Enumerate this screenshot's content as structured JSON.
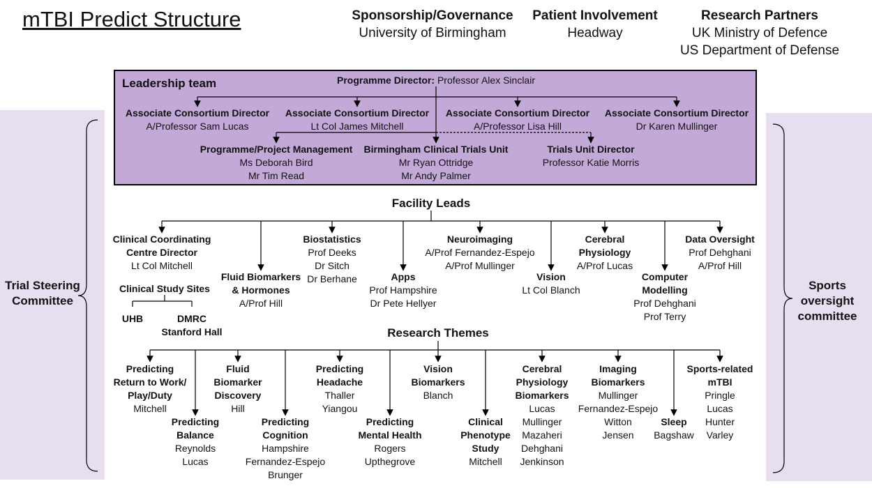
{
  "title": "mTBI Predict Structure",
  "header": [
    {
      "label": "Sponsorship/Governance",
      "lines": [
        "University of Birmingham"
      ]
    },
    {
      "label": "Patient Involvement",
      "lines": [
        "Headway"
      ]
    },
    {
      "label": "Research Partners",
      "lines": [
        "UK Ministry of Defence",
        "US Department of Defense"
      ]
    }
  ],
  "colors": {
    "leadership_fill": "#c3a9d7",
    "side_panel_fill": "#e7def0",
    "line": "#000000"
  },
  "side": {
    "left": [
      "Trial Steering",
      "Committee"
    ],
    "right": [
      "Sports",
      "oversight",
      "committee"
    ]
  },
  "leadership": {
    "label": "Leadership team",
    "director_label": "Programme Director:",
    "director_name": "Professor Alex Sinclair",
    "associates": [
      {
        "role": "Associate Consortium Director",
        "name": "A/Professor Sam Lucas"
      },
      {
        "role": "Associate Consortium Director",
        "name": "Lt Col James Mitchell"
      },
      {
        "role": "Associate Consortium Director",
        "name": "A/Professor Lisa Hill"
      },
      {
        "role": "Associate Consortium Director",
        "name": "Dr Karen Mullinger"
      }
    ],
    "management": {
      "role": "Programme/Project Management",
      "names": [
        "Ms Deborah Bird",
        "Mr Tim Read"
      ]
    },
    "bctu": {
      "role": "Birmingham Clinical Trials Unit",
      "names": [
        "Mr Ryan Ottridge",
        "Mr Andy Palmer"
      ]
    },
    "trials_director": {
      "role": "Trials Unit Director",
      "names": [
        "Professor Katie Morris"
      ]
    }
  },
  "facility": {
    "label": "Facility Leads",
    "clinical": {
      "title": [
        "Clinical Coordinating",
        "Centre Director"
      ],
      "name": "Lt Col Mitchell"
    },
    "sites": {
      "label": "Clinical Study Sites",
      "uhb": "UHB",
      "dmrc": [
        "DMRC",
        "Stanford Hall"
      ]
    },
    "fluid": {
      "title": [
        "Fluid Biomarkers",
        "& Hormones"
      ],
      "names": [
        "A/Prof Hill"
      ]
    },
    "biostat": {
      "title": [
        "Biostatistics"
      ],
      "names": [
        "Prof Deeks",
        "Dr Sitch",
        "Dr Berhane"
      ]
    },
    "apps": {
      "title": [
        "Apps"
      ],
      "names": [
        "Prof Hampshire",
        "Dr Pete Hellyer"
      ]
    },
    "neuro": {
      "title": [
        "Neuroimaging"
      ],
      "names": [
        "A/Prof Fernandez-Espejo",
        "A/Prof Mullinger"
      ]
    },
    "vision": {
      "title": [
        "Vision"
      ],
      "names": [
        "Lt Col Blanch"
      ]
    },
    "cerebral": {
      "title": [
        "Cerebral",
        "Physiology"
      ],
      "names": [
        "A/Prof Lucas"
      ]
    },
    "computer": {
      "title": [
        "Computer",
        "Modelling"
      ],
      "names": [
        "Prof Dehghani",
        "Prof Terry"
      ]
    },
    "data": {
      "title": [
        "Data Oversight"
      ],
      "names": [
        "Prof Dehghani",
        "A/Prof Hill"
      ]
    }
  },
  "themes": {
    "label": "Research Themes",
    "rtw": {
      "title": [
        "Predicting",
        "Return to Work/",
        "Play/Duty"
      ],
      "names": [
        "Mitchell"
      ]
    },
    "balance": {
      "title": [
        "Predicting",
        "Balance"
      ],
      "names": [
        "Reynolds",
        "Lucas"
      ]
    },
    "fluid": {
      "title": [
        "Fluid",
        "Biomarker",
        "Discovery"
      ],
      "names": [
        "Hill"
      ]
    },
    "cognition": {
      "title": [
        "Predicting",
        "Cognition"
      ],
      "names": [
        "Hampshire",
        "Fernandez-Espejo",
        "Brunger"
      ]
    },
    "headache": {
      "title": [
        "Predicting",
        "Headache"
      ],
      "names": [
        "Thaller",
        "Yiangou"
      ]
    },
    "mental": {
      "title": [
        "Predicting",
        "Mental Health"
      ],
      "names": [
        "Rogers",
        "Upthegrove"
      ]
    },
    "vision": {
      "title": [
        "Vision",
        "Biomarkers"
      ],
      "names": [
        "Blanch"
      ]
    },
    "clinical": {
      "title": [
        "Clinical",
        "Phenotype",
        "Study"
      ],
      "names": [
        "Mitchell"
      ]
    },
    "cerebral": {
      "title": [
        "Cerebral",
        "Physiology",
        "Biomarkers"
      ],
      "names": [
        "Lucas",
        "Mullinger",
        "Mazaheri",
        "Dehghani",
        "Jenkinson"
      ]
    },
    "imaging": {
      "title": [
        "Imaging",
        "Biomarkers"
      ],
      "names": [
        "Mullinger",
        "Fernandez-Espejo",
        "Witton",
        "Jensen"
      ]
    },
    "sleep": {
      "title": [
        "Sleep"
      ],
      "names": [
        "Bagshaw"
      ]
    },
    "sports": {
      "title": [
        "Sports-related",
        "mTBI"
      ],
      "names": [
        "Pringle",
        "Lucas",
        "Hunter",
        "Varley"
      ]
    }
  }
}
